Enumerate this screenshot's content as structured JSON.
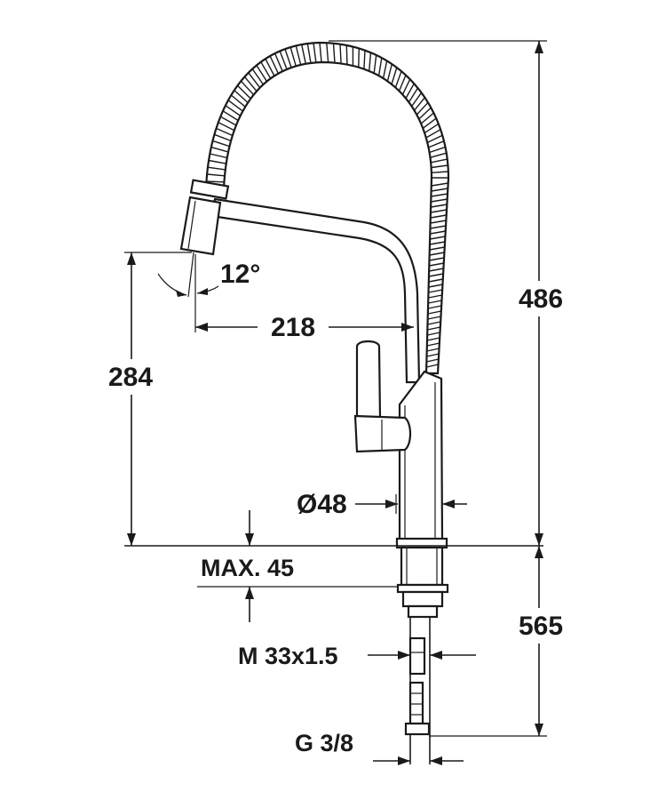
{
  "dimensions": {
    "angle": "12°",
    "spout_reach": "218",
    "spout_height": "284",
    "total_height": "486",
    "body_diameter": "Ø48",
    "max_thickness": "MAX. 45",
    "below_counter": "565",
    "thread": "M 33x1.5",
    "connection": "G 3/8"
  },
  "colors": {
    "line": "#1a1a1a",
    "background": "#ffffff"
  }
}
